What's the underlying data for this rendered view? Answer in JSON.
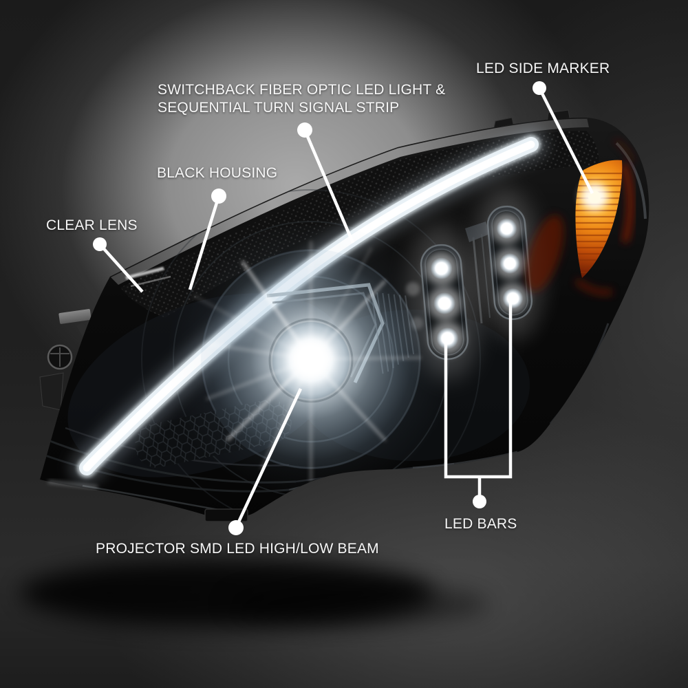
{
  "labels": {
    "switchback": {
      "line1": "SWITCHBACK FIBER OPTIC LED LIGHT &",
      "line2": "SEQUENTIAL TURN SIGNAL STRIP"
    },
    "black_housing": {
      "text": "BLACK HOUSING"
    },
    "clear_lens": {
      "text": "CLEAR LENS"
    },
    "led_side_marker": {
      "text": "LED SIDE MARKER"
    },
    "projector": {
      "text": "PROJECTOR SMD LED HIGH/LOW BEAM"
    },
    "led_bars": {
      "text": "LED BARS"
    }
  },
  "colors": {
    "label_text": "#f7f7f7",
    "callout_line": "#ffffff",
    "drl_strip": "#ffffff",
    "projector_beam": "#ffffff",
    "amber_marker": "#e8820f",
    "housing_black": "#0b0b0b",
    "background_glow": "#a6a6a6"
  }
}
